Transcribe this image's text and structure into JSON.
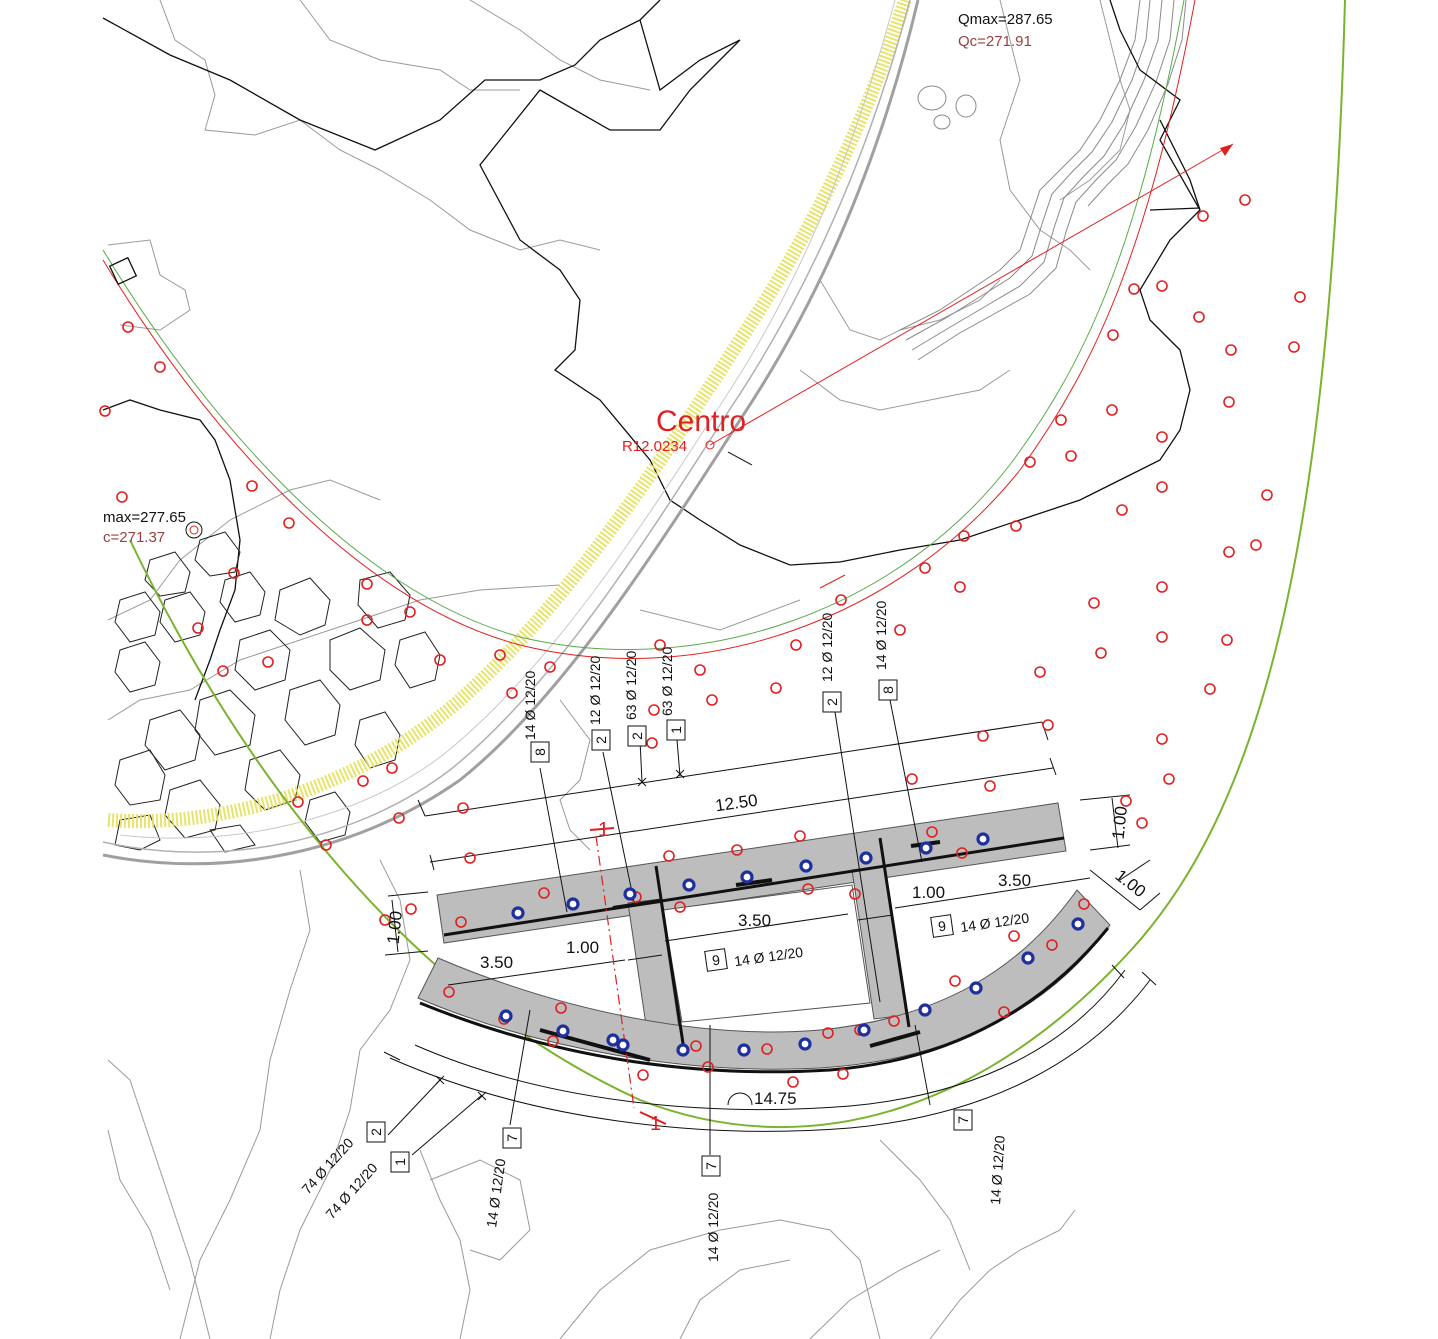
{
  "center": {
    "title": "Centro",
    "radius": "R12.0234"
  },
  "elevations": {
    "top_right": {
      "qmax": "Qmax=287.65",
      "qc": "Qc=271.91"
    },
    "left": {
      "qmax": "max=277.65",
      "qc": "c=271.37"
    }
  },
  "dimensions": {
    "d1": "12.50",
    "d2": "1.00",
    "d3": "1.00",
    "d4": "3.50",
    "d5": "3.50",
    "d6": "1.00",
    "d7": "3.50",
    "d8": "1.00",
    "d9": "1.00",
    "d10": "14.75"
  },
  "rebar": {
    "r14": "14 Ø 12/20",
    "r12": "12 Ø 12/20",
    "r63": "63 Ø 12/20",
    "r74": "74 Ø 12/20"
  },
  "tags": {
    "t1": "1",
    "t2": "2",
    "t7": "7",
    "t8": "8",
    "t9": "9"
  },
  "section": {
    "label": "1"
  },
  "colors": {
    "pile_existing": "#e02020",
    "pile_new": "#1e2fa0",
    "slab_fill": "#bdbdbd",
    "road_hatch": "#e6e05a",
    "green_line": "#7ab32e"
  }
}
